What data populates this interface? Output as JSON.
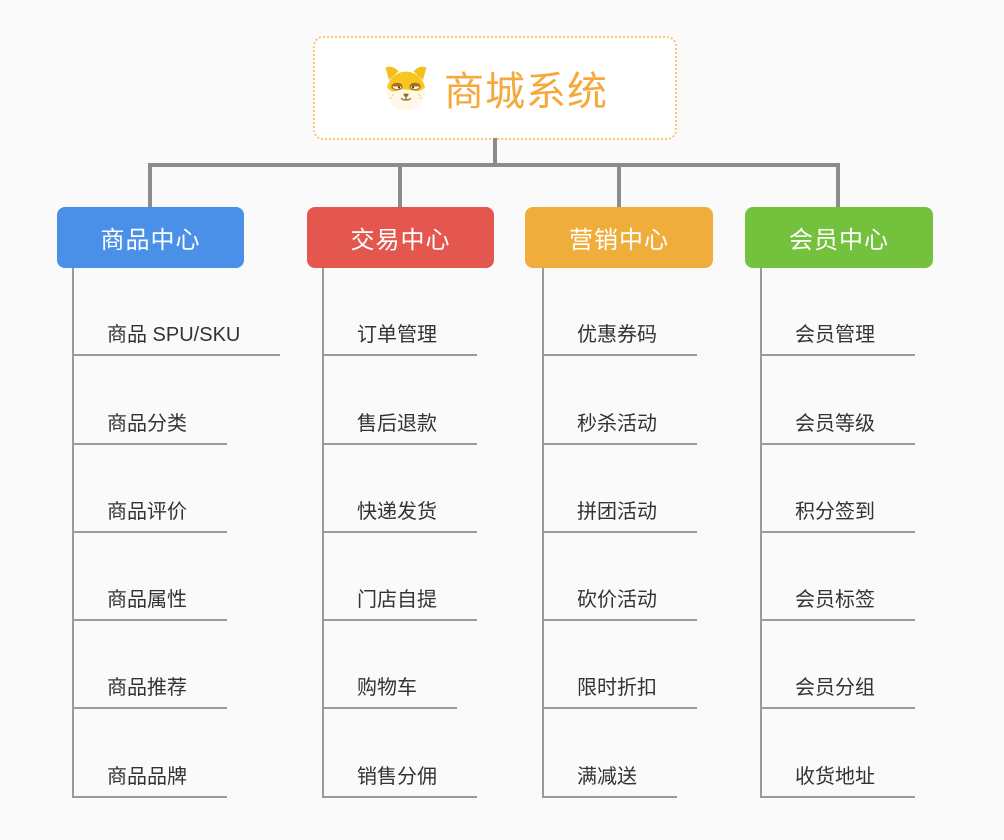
{
  "root": {
    "title": "商城系统",
    "icon": "dog-face-icon"
  },
  "branches": [
    {
      "label": "商品中心",
      "color": "#4A8FE8",
      "children": [
        "商品 SPU/SKU",
        "商品分类",
        "商品评价",
        "商品属性",
        "商品推荐",
        "商品品牌"
      ]
    },
    {
      "label": "交易中心",
      "color": "#E4574F",
      "children": [
        "订单管理",
        "售后退款",
        "快递发货",
        "门店自提",
        "购物车",
        "销售分佣"
      ]
    },
    {
      "label": "营销中心",
      "color": "#EFAD3C",
      "children": [
        "优惠券码",
        "秒杀活动",
        "拼团活动",
        "砍价活动",
        "限时折扣",
        "满减送"
      ]
    },
    {
      "label": "会员中心",
      "color": "#74C13D",
      "children": [
        "会员管理",
        "会员等级",
        "积分签到",
        "会员标签",
        "会员分组",
        "收货地址"
      ]
    }
  ],
  "colors": {
    "background": "#FAFAFA",
    "connector": "#8C8C8C",
    "underline": "#9A9A9A",
    "item_text": "#333333",
    "root_text": "#F5A93D",
    "root_border": "#F7C573"
  }
}
